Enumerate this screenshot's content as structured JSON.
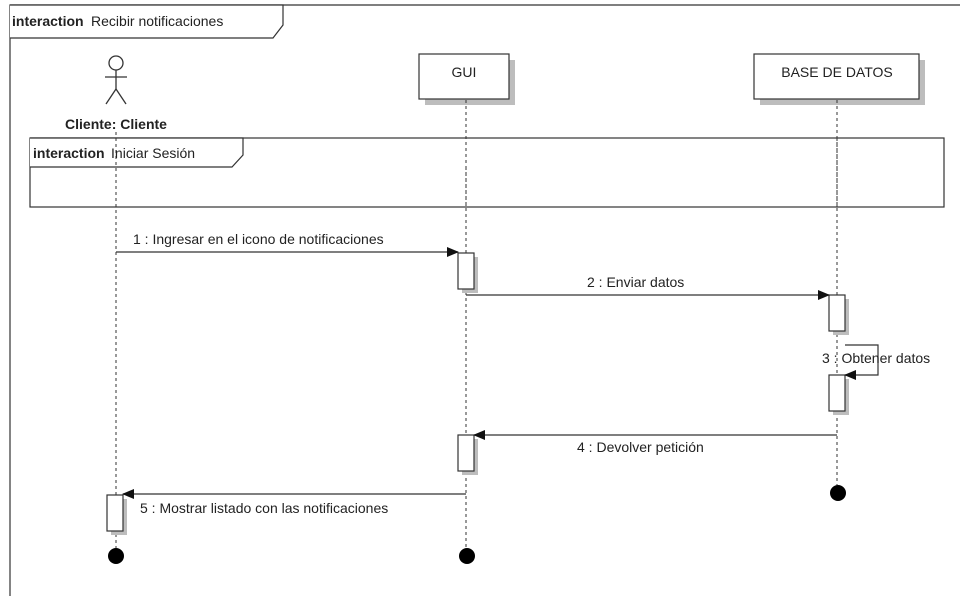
{
  "frame": {
    "keyword": "interaction",
    "name": "Recibir notificaciones"
  },
  "actor": {
    "label": "Cliente: Cliente",
    "icon": "stick-figure-icon"
  },
  "lifelines": {
    "gui": "GUI",
    "db": "BASE DE DATOS"
  },
  "ref_frame": {
    "keyword": "interaction",
    "name": "Iniciar Sesión"
  },
  "messages": {
    "m1": "1 : Ingresar en el icono de notificaciones",
    "m2": "2 : Enviar datos",
    "m3": "3 : Obtener datos",
    "m4": "4 : Devolver petición",
    "m5": "5 : Mostrar listado con las notificaciones"
  },
  "colors": {
    "line": "#333333",
    "shadow": "#bdbdbd",
    "text": "#222222"
  }
}
